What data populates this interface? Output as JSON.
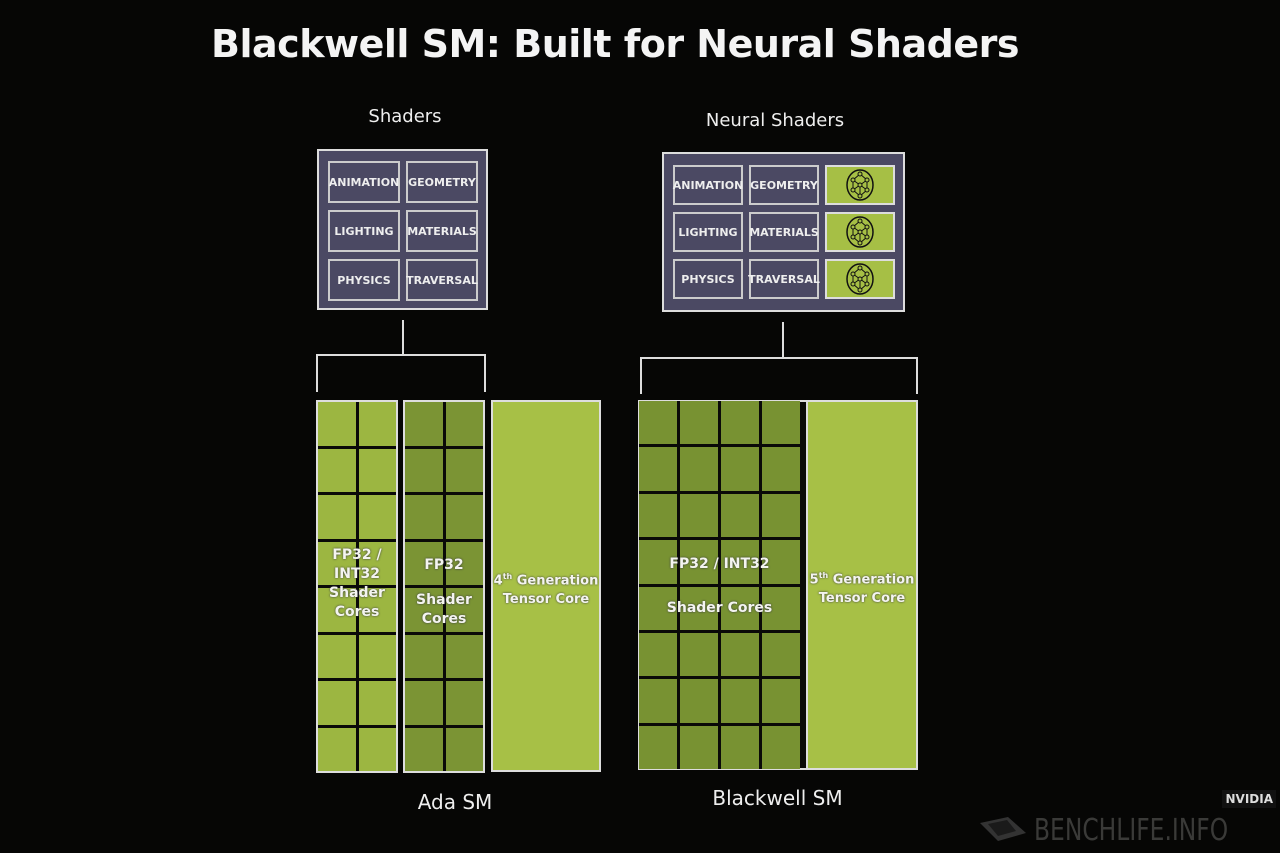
{
  "title": "Blackwell SM: Built for Neural Shaders",
  "left": {
    "header": "Shaders",
    "cells": [
      "ANIMATION",
      "GEOMETRY",
      "LIGHTING",
      "MATERIALS",
      "PHYSICS",
      "TRAVERSAL"
    ],
    "col1": [
      "FP32 /",
      "INT32",
      "Shader",
      "Cores"
    ],
    "col2": [
      "FP32",
      "Shader",
      "Cores"
    ],
    "tensor": {
      "gen": "4",
      "sup": "th",
      "line1": " Generation",
      "line2": "Tensor Core"
    },
    "footer": "Ada SM"
  },
  "right": {
    "header": "Neural Shaders",
    "cells": [
      "ANIMATION",
      "GEOMETRY",
      "LIGHTING",
      "MATERIALS",
      "PHYSICS",
      "TRAVERSAL"
    ],
    "neural_icon": "neural-network-icon",
    "cores": {
      "line1": "FP32 / INT32",
      "line2": "Shader Cores"
    },
    "tensor": {
      "gen": "5",
      "sup": "th",
      "line1": " Generation",
      "line2": "Tensor Core"
    },
    "footer": "Blackwell SM"
  },
  "watermark": {
    "site": "BENCHLIFE.INFO",
    "brand": "NVIDIA"
  },
  "colors": {
    "panel": "#4b4963",
    "green": "#a7c046",
    "dark_green": "#789232"
  }
}
